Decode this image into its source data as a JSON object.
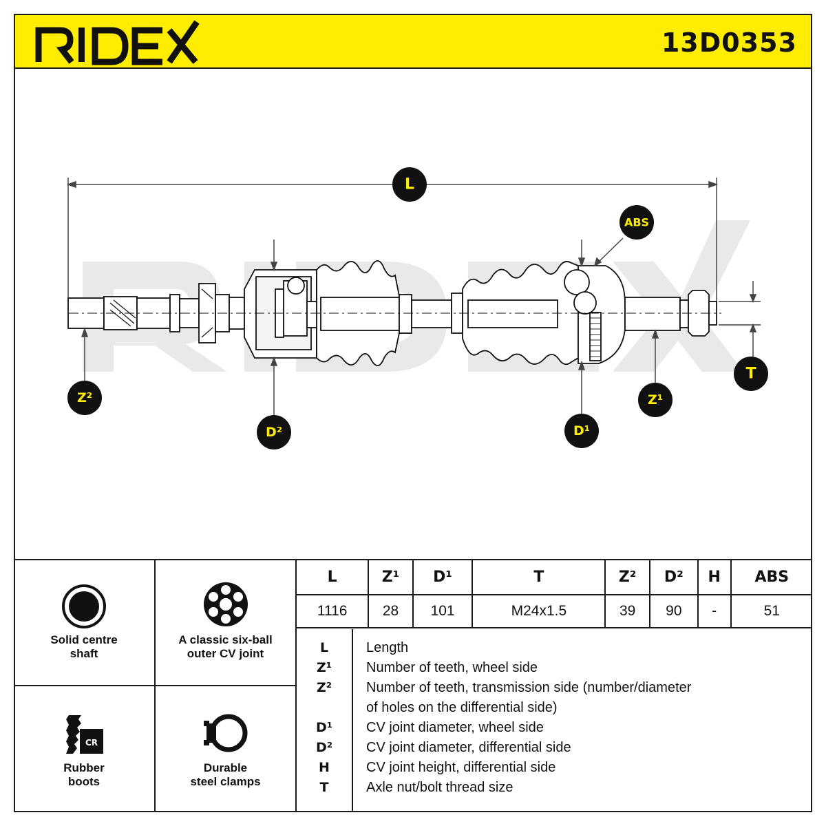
{
  "header": {
    "brand": "RIDEX",
    "part_number": "13D0353",
    "colors": {
      "header_bg": "#FFED00",
      "badge_bg": "#111111",
      "badge_text": "#FFED00"
    }
  },
  "diagram": {
    "watermark": "RIDEX",
    "badges": {
      "L": "L",
      "ABS": "ABS",
      "Z2": "Z²",
      "D2": "D²",
      "D1": "D¹",
      "Z1": "Z¹",
      "T": "T"
    }
  },
  "features": [
    {
      "icon": "solid-shaft-icon",
      "label_1": "Solid centre",
      "label_2": "shaft"
    },
    {
      "icon": "six-ball-joint-icon",
      "label_1": "A classic six-ball",
      "label_2": "outer CV joint"
    },
    {
      "icon": "rubber-boot-icon",
      "label_1": "Rubber",
      "label_2": "boots",
      "icon_text": "CR"
    },
    {
      "icon": "steel-clamp-icon",
      "label_1": "Durable",
      "label_2": "steel clamps"
    }
  ],
  "spec_table": {
    "headers": [
      "L",
      "Z¹",
      "D¹",
      "T",
      "Z²",
      "D²",
      "H",
      "ABS"
    ],
    "values": [
      "1116",
      "28",
      "101",
      "M24x1.5",
      "39",
      "90",
      "-",
      "51"
    ]
  },
  "legend": [
    {
      "key": "L",
      "text": "Length"
    },
    {
      "key": "Z¹",
      "text": "Number of teeth, wheel side"
    },
    {
      "key": "Z²",
      "text": "Number of teeth, transmission side (number/diameter"
    },
    {
      "key": "",
      "text": "of holes on the differential side)"
    },
    {
      "key": "D¹",
      "text": "CV joint diameter, wheel side"
    },
    {
      "key": "D²",
      "text": "CV joint diameter, differential side"
    },
    {
      "key": "H",
      "text": "CV joint height, differential side"
    },
    {
      "key": "T",
      "text": "Axle nut/bolt thread size"
    }
  ]
}
